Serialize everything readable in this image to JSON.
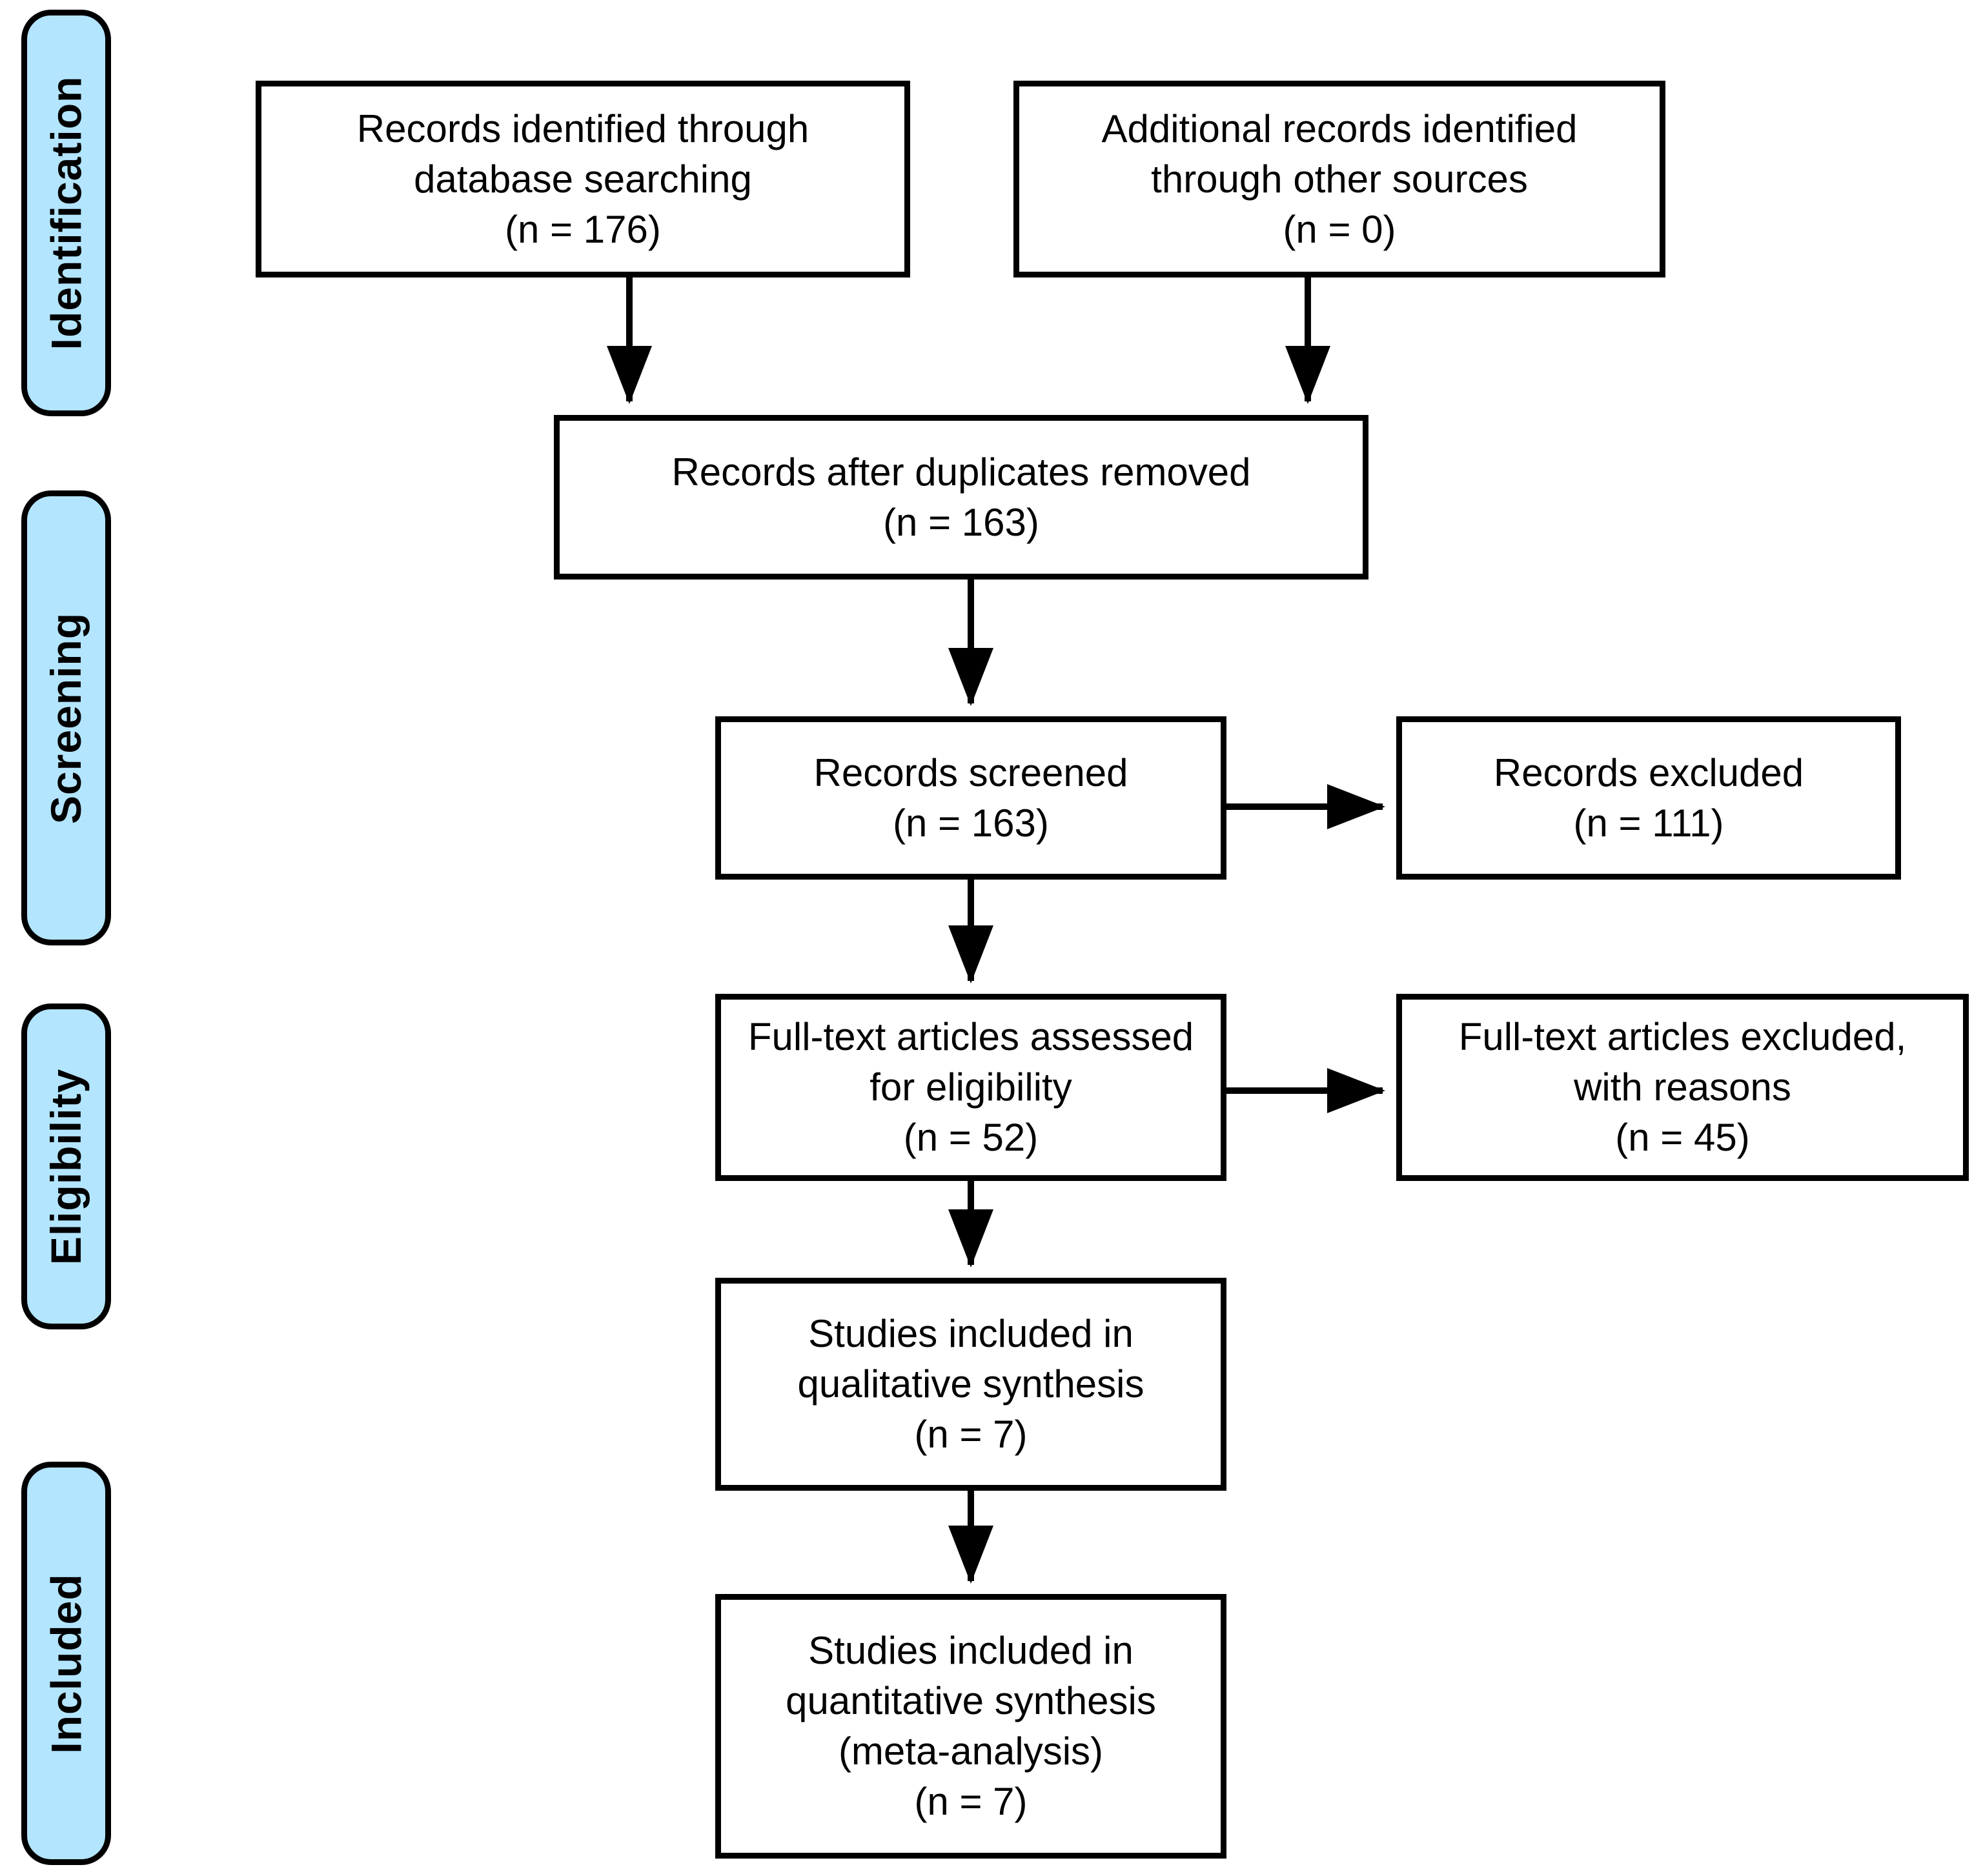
{
  "diagram": {
    "title": "PRISMA flow diagram",
    "accent_color": "#b3e5ff",
    "line_color": "#000000",
    "box_fill": "#ffffff"
  },
  "stages": [
    {
      "id": "identification",
      "label": "Identification"
    },
    {
      "id": "screening",
      "label": "Screening"
    },
    {
      "id": "eligibility",
      "label": "Eligibility"
    },
    {
      "id": "included",
      "label": "Included"
    }
  ],
  "boxes": {
    "records_identified": {
      "line1": "Records identified through",
      "line2": "database searching",
      "line3": "(n = 176)"
    },
    "additional_records": {
      "line1": "Additional records identified",
      "line2": "through other sources",
      "line3": "(n = 0)"
    },
    "duplicates_removed": {
      "line1": "Records after duplicates removed",
      "line2": "(n = 163)"
    },
    "records_screened": {
      "line1": "Records screened",
      "line2": "(n = 163)"
    },
    "records_excluded": {
      "line1": "Records excluded",
      "line2": "(n = 111)"
    },
    "fulltext_assessed": {
      "line1": "Full-text articles assessed",
      "line2": "for eligibility",
      "line3": "(n = 52)"
    },
    "fulltext_excluded": {
      "line1": "Full-text articles excluded,",
      "line2": "with reasons",
      "line3": "(n = 45)"
    },
    "qualitative_synthesis": {
      "line1": "Studies included in",
      "line2": "qualitative synthesis",
      "line3": "(n = 7)"
    },
    "quantitative_synthesis": {
      "line1": "Studies included in",
      "line2": "quantitative synthesis",
      "line3": "(meta-analysis)",
      "line4": "(n = 7)"
    }
  },
  "counts": {
    "records_identified_db": 176,
    "additional_records_other": 0,
    "after_duplicates": 163,
    "screened": 163,
    "excluded": 111,
    "fulltext_assessed": 52,
    "fulltext_excluded": 45,
    "qualitative": 7,
    "quantitative": 7
  }
}
